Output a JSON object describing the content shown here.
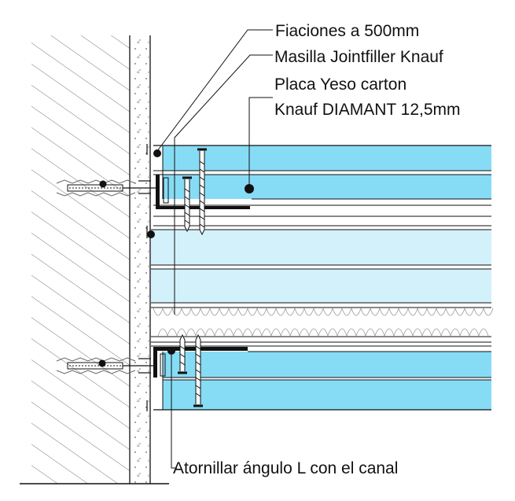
{
  "labels": {
    "fijaciones": "Fiaciones a 500mm",
    "masilla": "Masilla Jointfiller Knauf",
    "placa_line1": "Placa Yeso carton",
    "placa_line2": "Knauf DIAMANT 12,5mm",
    "atornillar": "Atornillar ángulo L con el canal"
  },
  "colors": {
    "board_fill": "#87dcf5",
    "board_fill_light": "#d3f1fb",
    "line": "#111111",
    "hatch": "#555555",
    "insulation": "#999999"
  }
}
